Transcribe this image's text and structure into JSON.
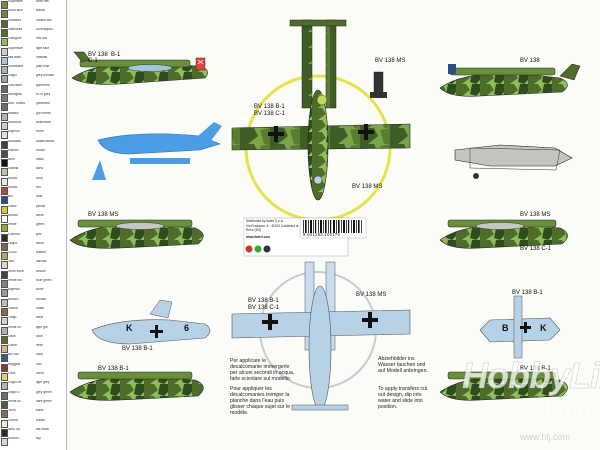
{
  "legend": [
    {
      "color": "#7e8a3a",
      "t1": "Superficie",
      "t2": "wide-neu"
    },
    {
      "color": "#7b7a4a",
      "t1": "Sous-face",
      "t2": "Bauch"
    },
    {
      "color": "#556b2f",
      "t1": "Surfaces",
      "t2": "dunkel-oliv"
    },
    {
      "color": "#4e6c2a",
      "t1": "Oberseite",
      "t2": "Dunkelgrün"
    },
    {
      "color": "#8fbf5a",
      "t1": "Gelbgrün",
      "t2": "hell-oliv"
    },
    {
      "color": "#c9cfc9",
      "t1": "Superficie",
      "t2": "light blue"
    },
    {
      "color": "#a7c3d8",
      "t1": "des ailes",
      "t2": "hellblau"
    },
    {
      "color": "#9fb6c9",
      "t1": "Unterseite",
      "t2": "pale blue"
    },
    {
      "color": "#9da6a9",
      "t1": "Grigio",
      "t2": "grey-metallo"
    },
    {
      "color": "#5f6b6f",
      "t1": "Gris acier",
      "t2": "gunmetal"
    },
    {
      "color": "#7a7f72",
      "t1": "Steingrau",
      "t2": "RLM grey"
    },
    {
      "color": "#6c6f70",
      "t1": "Arm. rumbo",
      "t2": "gunmetal"
    },
    {
      "color": "#b3b8b4",
      "t1": "Metallo",
      "t2": "gun metal"
    },
    {
      "color": "#c9ccc7",
      "t1": "Alluminio",
      "t2": "aluminium"
    },
    {
      "color": "#e0e2de",
      "t1": "Argento",
      "t2": "silver"
    },
    {
      "color": "#3f3f3f",
      "t1": "Antracite",
      "t2": "Mattschwarz"
    },
    {
      "color": "#5a4a3a",
      "t1": "Marron",
      "t2": "brown"
    },
    {
      "color": "#151515",
      "t1": "Nero",
      "t2": "black"
    },
    {
      "color": "#c7bfa5",
      "t1": "Sabbia",
      "t2": "sand"
    },
    {
      "color": "#efe8d2",
      "t1": "Avorio",
      "t2": "ivory"
    },
    {
      "color": "#b44a32",
      "t1": "Rosso",
      "t2": "red"
    },
    {
      "color": "#2c4e86",
      "t1": "Blu",
      "t2": "blue"
    },
    {
      "color": "#d9c34a",
      "t1": "Giallo",
      "t2": "yellow"
    },
    {
      "color": "#fff",
      "t1": "Bianco",
      "t2": "white"
    },
    {
      "color": "#a0a52c",
      "t1": "Verde",
      "t2": "green"
    },
    {
      "color": "#2d2d2d",
      "t1": "Gomma",
      "t2": "tyre"
    },
    {
      "color": "#7c6a50",
      "t1": "Legno",
      "t2": "wood"
    },
    {
      "color": "#c2a255",
      "t1": "Cuoio",
      "t2": "leather"
    },
    {
      "color": "#ded7c4",
      "t1": "Tela",
      "t2": "canvas"
    },
    {
      "color": "#444",
      "t1": "Vetro fumé",
      "t2": "smoke"
    },
    {
      "color": "#6f8f6f",
      "t1": "Verde blu",
      "t2": "blue green"
    },
    {
      "color": "#999",
      "t1": "Argento",
      "t2": "silver"
    },
    {
      "color": "#c0c0a0",
      "t1": "Bronzo",
      "t2": "bronze"
    },
    {
      "color": "#8c6a3c",
      "t1": "Ottone",
      "t2": "brass"
    },
    {
      "color": "#d0d0d0",
      "t1": "Trasp.",
      "t2": "clear"
    },
    {
      "color": "#aab7a0",
      "t1": "Verde ch.",
      "t2": "light grn"
    },
    {
      "color": "#606a30",
      "t1": "Oliva",
      "t2": "olive"
    },
    {
      "color": "#d7b68a",
      "t1": "Carne",
      "t2": "flesh"
    },
    {
      "color": "#3c5a8a",
      "t1": "Blu nav.",
      "t2": "navy"
    },
    {
      "color": "#8a3a2a",
      "t1": "Ruggine",
      "t2": "rust"
    },
    {
      "color": "#e0d070",
      "t1": "Ocra",
      "t2": "ochre"
    },
    {
      "color": "#b0b8b0",
      "t1": "Grigio ch.",
      "t2": "light grey"
    },
    {
      "color": "#70745c",
      "t1": "Grigio v.",
      "t2": "grey green"
    },
    {
      "color": "#506040",
      "t1": "Verde sc.",
      "t2": "dark green"
    },
    {
      "color": "#807060",
      "t1": "Terra",
      "t2": "earth"
    },
    {
      "color": "#f0e8d8",
      "t1": "Crema",
      "t2": "cream"
    },
    {
      "color": "#2a2a2a",
      "t1": "Nero op.",
      "t2": "flat black"
    },
    {
      "color": "#c8d8e0",
      "t1": "Azzurro",
      "t2": "sky"
    }
  ],
  "labels": {
    "top_left": "BV 138  B-1\nC-1",
    "top_center_1": "BV 138  B-1",
    "top_center_2": "BV 138  C-1",
    "top_ms": "BV 138 MS",
    "center_ms": "BV 138 MS",
    "top_right": "BV 138",
    "mid_left_ms": "BV 138 MS",
    "mid_right_ms": "BV 138 MS",
    "mid_right_c1": "BV 138 C-1",
    "lower_center_1": "BV 138  B-1",
    "lower_center_2": "BV 138  C-1",
    "lower_center_ms": "BV 138 MS",
    "lower_left_b1": "BV 138 B-1",
    "lower_right_b1": "BV 138 B-1",
    "bottom_left_b1": "BV 138 B-1",
    "bottom_right_b1": "BV 138 B-1",
    "code_left": "K",
    "code_left_6": "6",
    "code_right_b": "B",
    "code_right_k": "K"
  },
  "info_block": {
    "line1": "Distributed by Italeri S.p.A.",
    "line2": "Via Pradazzo, 6 - 40012 Calderara di Reno (BO)",
    "line3": "www.italeri.com",
    "barcode": "8 001283 100175"
  },
  "instructions": {
    "it": "Per applicare le decalcomanie immergerle per alcuni secondi in acqua, farle scivolare sul modello.",
    "fr": "Pour appliquer les décalcomanies tremper la planche dans l'eau puis glisser chaque sujet sur le modèle.",
    "de": "Abziehbilder ins Wasser tauchen und auf Modell anbringen.",
    "en": "To apply transfers cut out design, dip into water and slide into position."
  },
  "watermark": {
    "text": "HobbyLink",
    "sub": "Japan",
    "url": "www.hlj.com"
  },
  "colors": {
    "green_dark": "#4e6c2a",
    "green_light": "#8fbf5a",
    "olive": "#7e8a3a",
    "sky": "#b7d2e6",
    "blue_profile": "#4b9ee6",
    "black": "#151515"
  }
}
